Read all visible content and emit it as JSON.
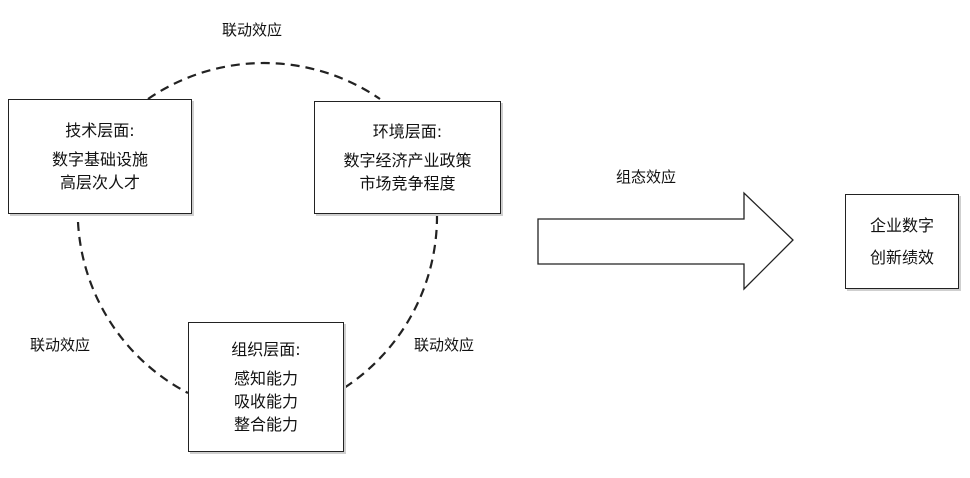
{
  "boxes": {
    "tech": {
      "title": "技术层面:",
      "line1": "数字基础设施",
      "line2": "高层次人才"
    },
    "env": {
      "title": "环境层面:",
      "line1": "数字经济产业政策",
      "line2": "市场竞争程度"
    },
    "org": {
      "title": "组织层面:",
      "line1": "感知能力",
      "line2": "吸收能力",
      "line3": "整合能力"
    },
    "result": {
      "line1": "企业数字",
      "line2": "创新绩效"
    }
  },
  "labels": {
    "link_top": "联动效应",
    "link_left": "联动效应",
    "link_right": "联动效应",
    "config": "组态效应"
  },
  "colors": {
    "line": "#222222",
    "box_border": "#222222"
  }
}
